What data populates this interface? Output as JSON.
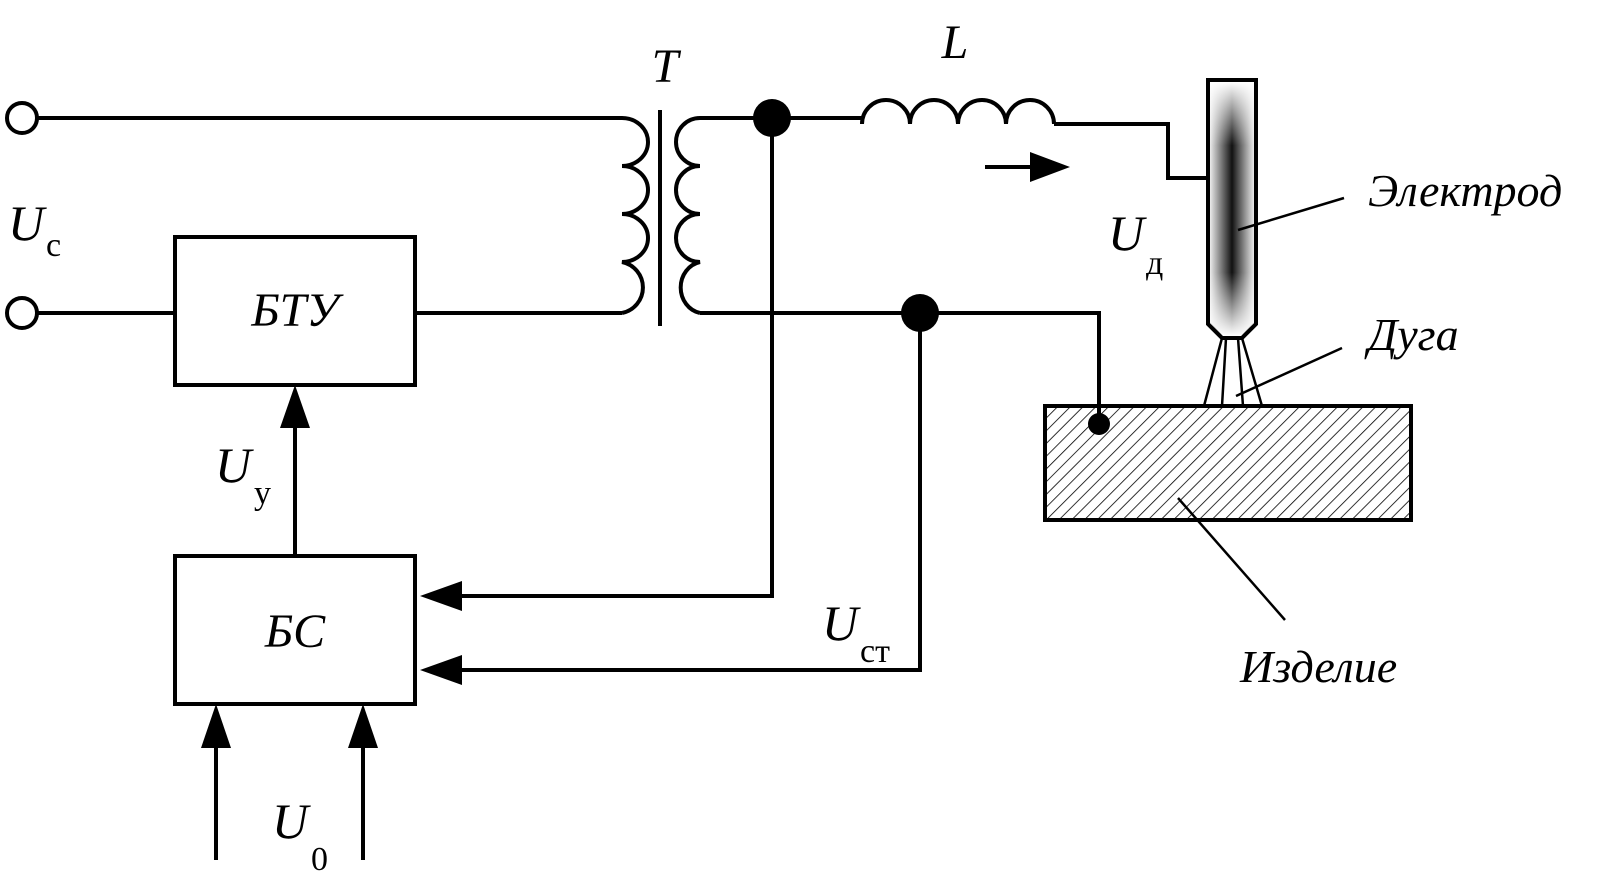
{
  "labels": {
    "transformer": "T",
    "inductor": "L",
    "supply_voltage": {
      "main": "U",
      "sub": "с"
    },
    "arc_voltage": {
      "main": "U",
      "sub": "д"
    },
    "control_voltage": {
      "main": "U",
      "sub": "у"
    },
    "stabilized_voltage": {
      "main": "U",
      "sub": "ст"
    },
    "reference_voltage": {
      "main": "U",
      "sub": "0"
    }
  },
  "blocks": {
    "btu": "БТУ",
    "bs": "БС"
  },
  "callouts": {
    "electrode": "Электрод",
    "arc": "Дуга",
    "workpiece": "Изделие"
  }
}
